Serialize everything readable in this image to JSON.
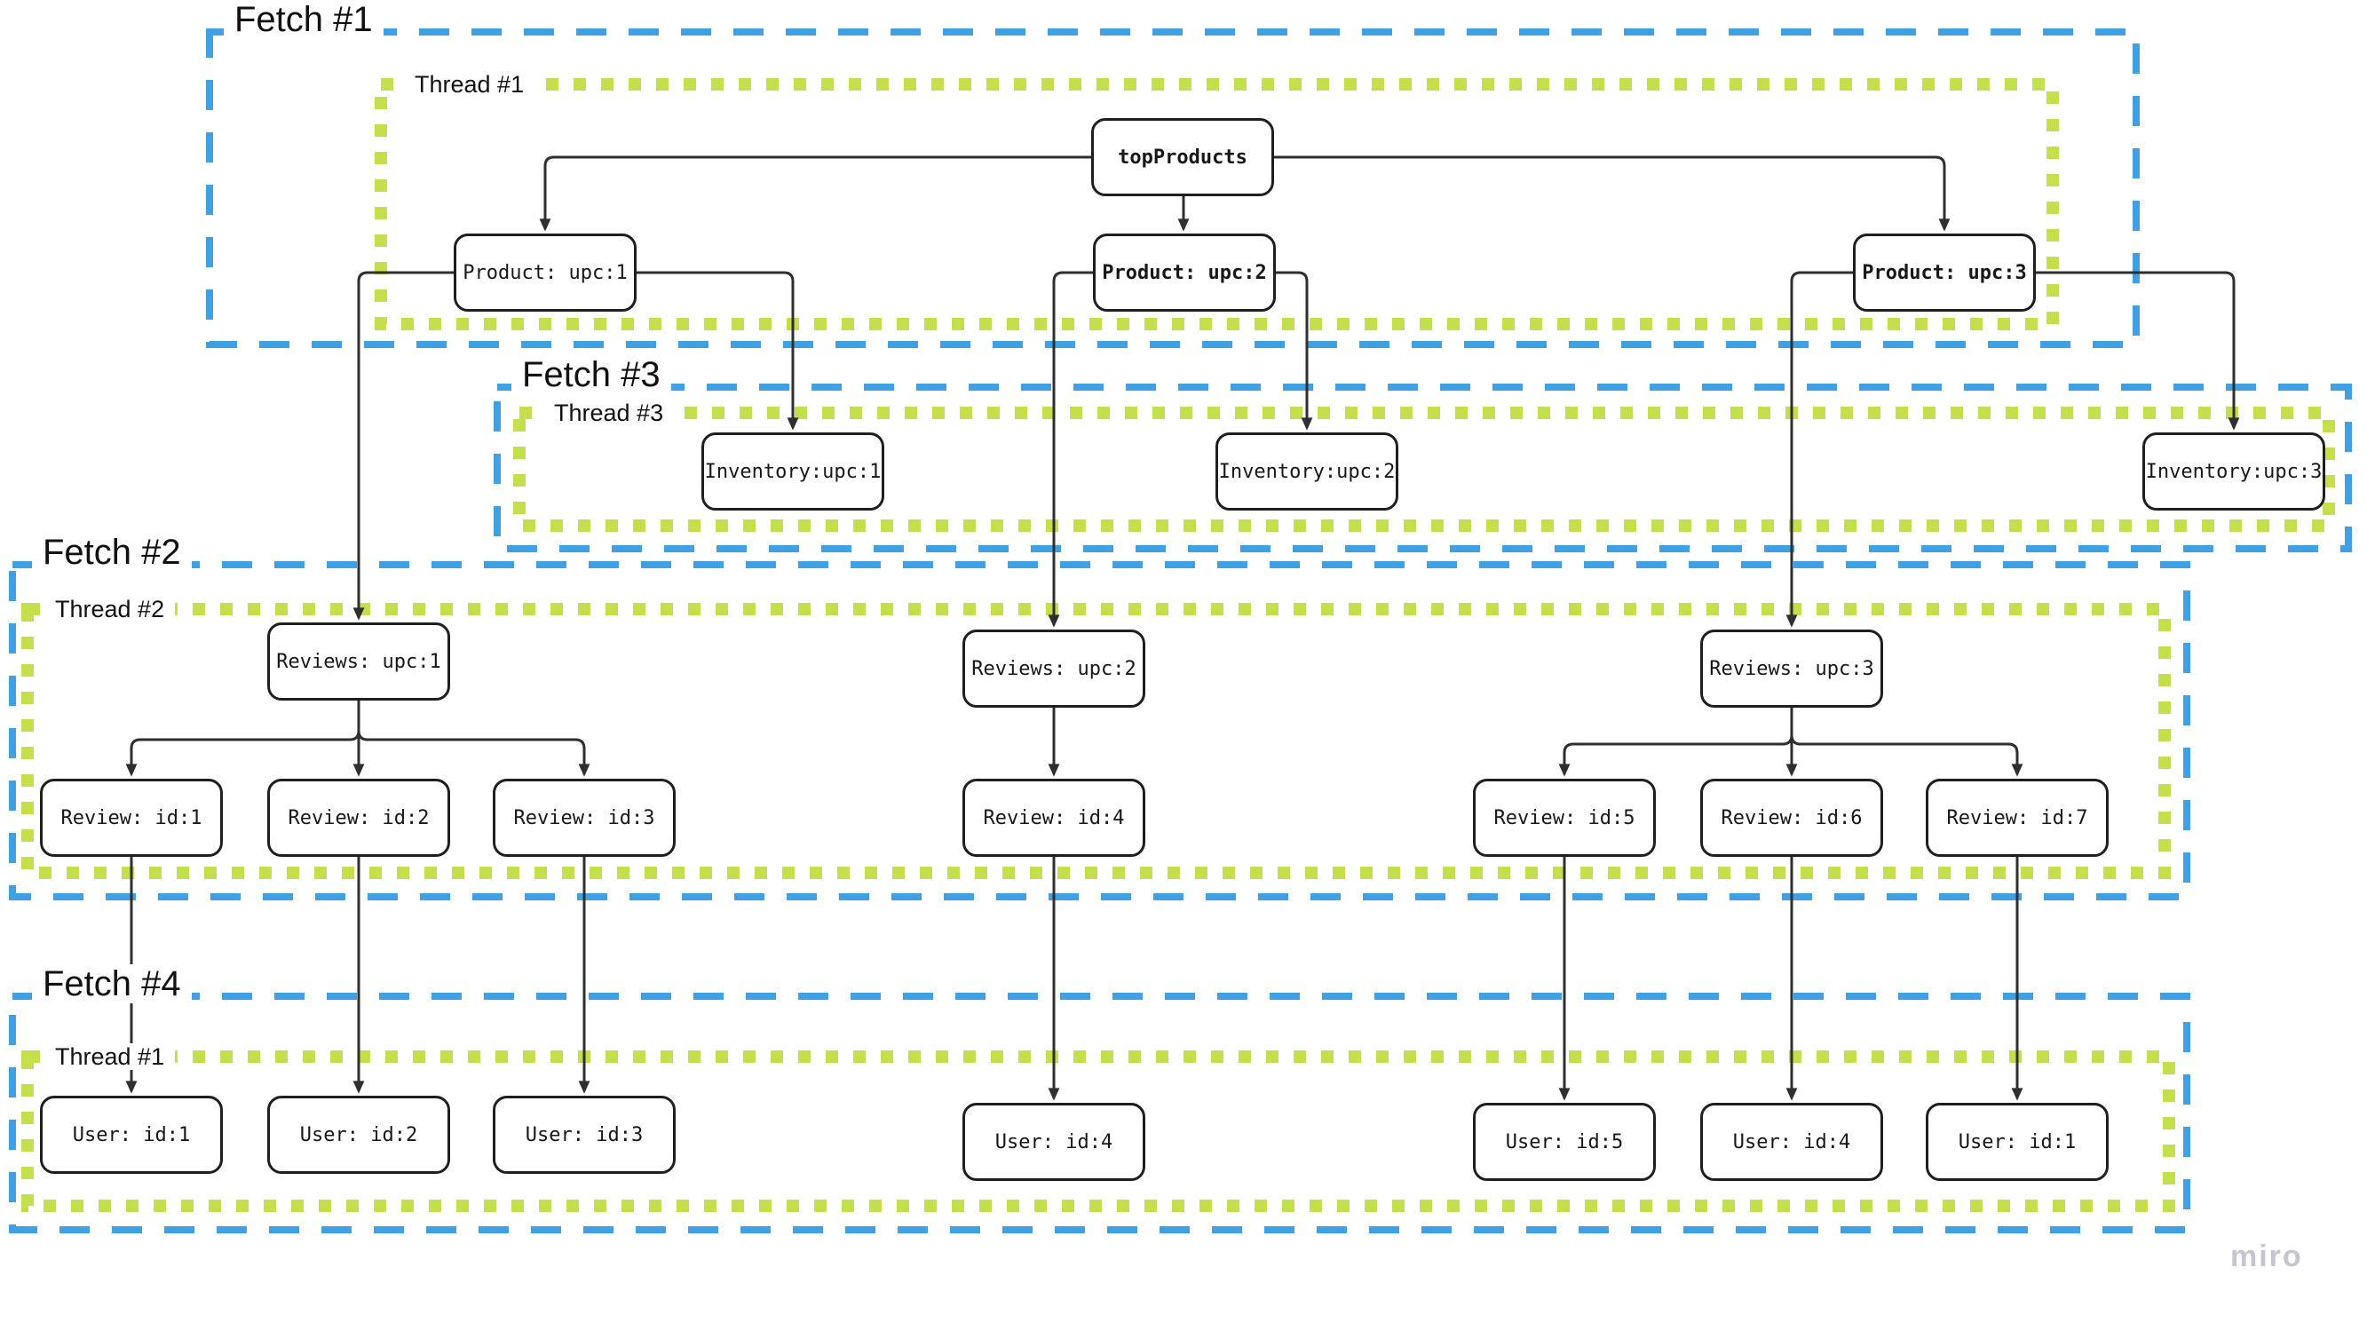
{
  "canvas": {
    "watermark": "miro"
  },
  "colors": {
    "fetch_border": "#3FA0E4",
    "thread_border": "#C3DF4B",
    "node_border": "#1F1F1F",
    "connector": "#2F2F2F",
    "label_text": "#111111",
    "watermark_text": "#C4C5CF",
    "background": "#FFFFFF"
  },
  "groups": [
    {
      "label": "Fetch #1",
      "type": "fetch"
    },
    {
      "label": "Thread #1",
      "type": "thread"
    },
    {
      "label": "Fetch #3",
      "type": "fetch"
    },
    {
      "label": "Thread #3",
      "type": "thread"
    },
    {
      "label": "Fetch #2",
      "type": "fetch"
    },
    {
      "label": "Thread #2",
      "type": "thread"
    },
    {
      "label": "Fetch #4",
      "type": "fetch"
    },
    {
      "label": "Thread #1",
      "type": "thread"
    }
  ],
  "nodes": [
    {
      "label": "topProducts",
      "bold": true
    },
    {
      "label": "Product: upc:1",
      "bold": false
    },
    {
      "label": "Product: upc:2",
      "bold": true
    },
    {
      "label": "Product: upc:3",
      "bold": true
    },
    {
      "label": "Inventory:upc:1",
      "bold": false
    },
    {
      "label": "Inventory:upc:2",
      "bold": false
    },
    {
      "label": "Inventory:upc:3",
      "bold": false
    },
    {
      "label": "Reviews: upc:1",
      "bold": false
    },
    {
      "label": "Reviews: upc:2",
      "bold": false
    },
    {
      "label": "Reviews: upc:3",
      "bold": false
    },
    {
      "label": "Review: id:1",
      "bold": false
    },
    {
      "label": "Review: id:2",
      "bold": false
    },
    {
      "label": "Review: id:3",
      "bold": false
    },
    {
      "label": "Review: id:4",
      "bold": false
    },
    {
      "label": "Review: id:5",
      "bold": false
    },
    {
      "label": "Review: id:6",
      "bold": false
    },
    {
      "label": "Review: id:7",
      "bold": false
    },
    {
      "label": "User: id:1",
      "bold": false
    },
    {
      "label": "User: id:2",
      "bold": false
    },
    {
      "label": "User: id:3",
      "bold": false
    },
    {
      "label": "User: id:4",
      "bold": false
    },
    {
      "label": "User: id:5",
      "bold": false
    },
    {
      "label": "User: id:4",
      "bold": false
    },
    {
      "label": "User: id:1",
      "bold": false
    }
  ],
  "edges": [
    {
      "from": "topProducts",
      "to": "Product: upc:1"
    },
    {
      "from": "topProducts",
      "to": "Product: upc:2"
    },
    {
      "from": "topProducts",
      "to": "Product: upc:3"
    },
    {
      "from": "Product: upc:1",
      "to": "Inventory:upc:1"
    },
    {
      "from": "Product: upc:1",
      "to": "Reviews: upc:1"
    },
    {
      "from": "Product: upc:2",
      "to": "Inventory:upc:2"
    },
    {
      "from": "Product: upc:2",
      "to": "Reviews: upc:2"
    },
    {
      "from": "Product: upc:3",
      "to": "Inventory:upc:3"
    },
    {
      "from": "Product: upc:3",
      "to": "Reviews: upc:3"
    },
    {
      "from": "Reviews: upc:1",
      "to": "Review: id:1"
    },
    {
      "from": "Reviews: upc:1",
      "to": "Review: id:2"
    },
    {
      "from": "Reviews: upc:1",
      "to": "Review: id:3"
    },
    {
      "from": "Reviews: upc:2",
      "to": "Review: id:4"
    },
    {
      "from": "Reviews: upc:3",
      "to": "Review: id:5"
    },
    {
      "from": "Reviews: upc:3",
      "to": "Review: id:6"
    },
    {
      "from": "Reviews: upc:3",
      "to": "Review: id:7"
    },
    {
      "from": "Review: id:1",
      "to": "User: id:1"
    },
    {
      "from": "Review: id:2",
      "to": "User: id:2"
    },
    {
      "from": "Review: id:3",
      "to": "User: id:3"
    },
    {
      "from": "Review: id:4",
      "to": "User: id:4"
    },
    {
      "from": "Review: id:5",
      "to": "User: id:5"
    },
    {
      "from": "Review: id:6",
      "to": "User: id:4"
    },
    {
      "from": "Review: id:7",
      "to": "User: id:1"
    }
  ]
}
